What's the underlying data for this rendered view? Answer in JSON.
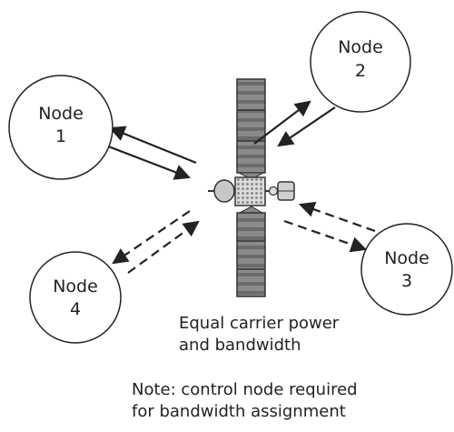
{
  "nodes": [
    {
      "id": "node-1",
      "label_line1": "Node",
      "label_line2": "1"
    },
    {
      "id": "node-2",
      "label_line1": "Node",
      "label_line2": "2"
    },
    {
      "id": "node-3",
      "label_line1": "Node",
      "label_line2": "3"
    },
    {
      "id": "node-4",
      "label_line1": "Node",
      "label_line2": "4"
    }
  ],
  "links": [
    {
      "node": "node-1",
      "style": "solid"
    },
    {
      "node": "node-2",
      "style": "solid"
    },
    {
      "node": "node-3",
      "style": "dashed"
    },
    {
      "node": "node-4",
      "style": "dashed"
    }
  ],
  "caption_power": {
    "line1": "Equal carrier power",
    "line2": "and bandwidth"
  },
  "caption_note": {
    "line1": "Note: control node required",
    "line2": "for bandwidth assignment"
  },
  "colors": {
    "line": "#222222",
    "panel": "#777777",
    "body": "#bbbbbb"
  }
}
